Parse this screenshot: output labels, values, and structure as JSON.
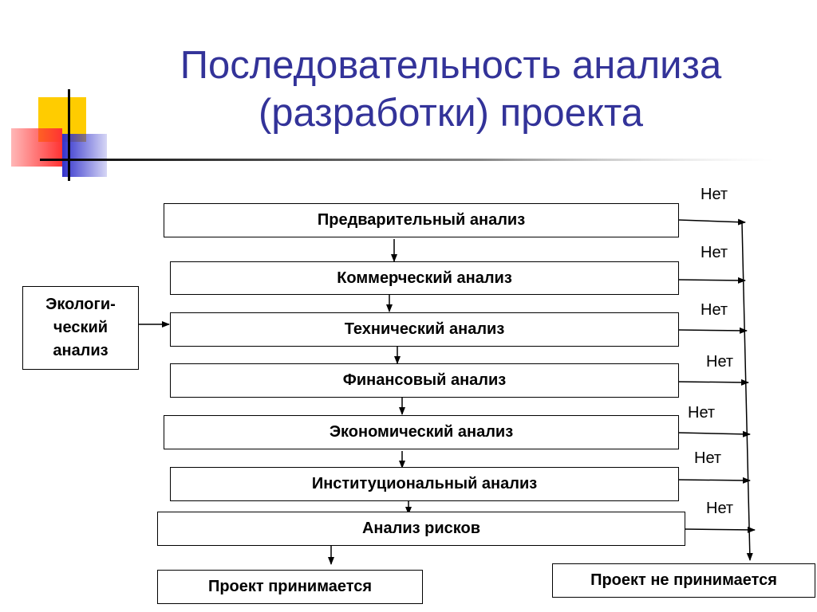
{
  "title": {
    "line1": "Последовательность анализа",
    "line2": "(разработки) проекта"
  },
  "steps": [
    "Предварительный анализ",
    "Коммерческий анализ",
    "Технический анализ",
    "Финансовый анализ",
    "Экономический анализ",
    "Институциональный анализ",
    "Анализ рисков"
  ],
  "side_input": {
    "line1": "Экологи-",
    "line2": "ческий",
    "line3": "анализ"
  },
  "no_label": "Нет",
  "outcomes": {
    "accepted": "Проект принимается",
    "rejected": "Проект не принимается"
  },
  "colors": {
    "title": "#333399",
    "deco_yellow": "#ffcc00",
    "deco_red": "#ff3333",
    "deco_blue": "#3333cc"
  }
}
